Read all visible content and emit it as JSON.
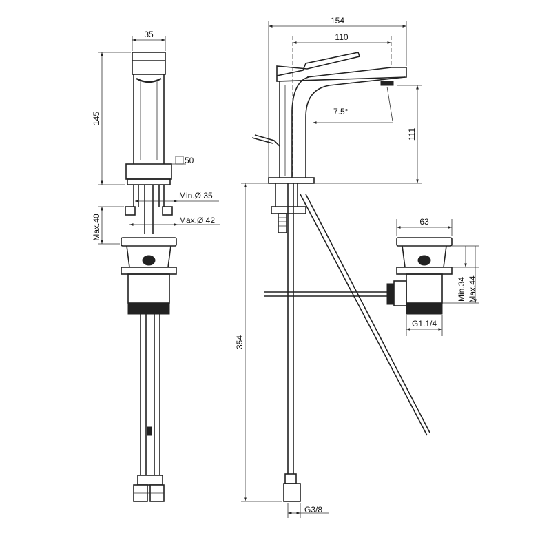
{
  "dimensions": {
    "front_width": "35",
    "front_height": "145",
    "base_square": "50",
    "min_diameter": "Min.Ø 35",
    "max_diameter": "Max.Ø 42",
    "max_thickness": "Max.40",
    "side_total_width": "154",
    "spout_reach": "110",
    "spout_angle": "7.5°",
    "spout_height": "111",
    "total_length": "354",
    "hose_connection": "G3/8",
    "waste_width": "63",
    "waste_min": "Min.34",
    "waste_max": "Max.44",
    "waste_thread": "G1.1/4"
  },
  "colors": {
    "line": "#222222",
    "background": "#ffffff"
  }
}
